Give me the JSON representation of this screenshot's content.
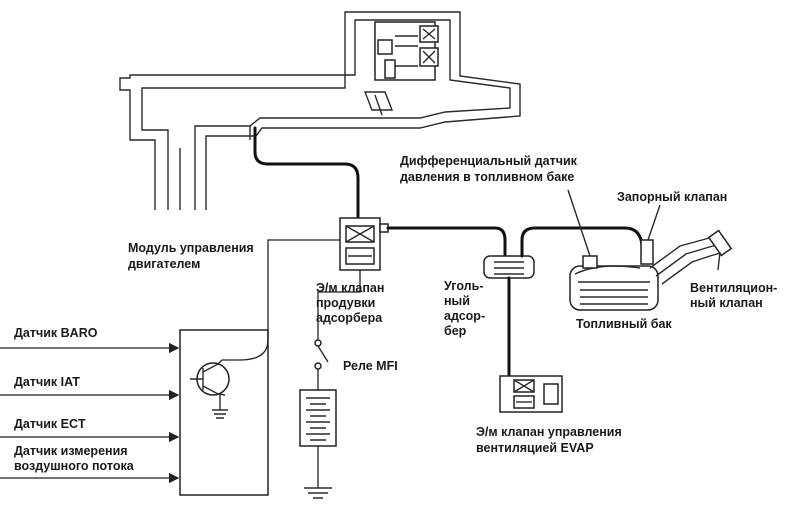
{
  "labels": {
    "ecm": [
      "Модуль управления",
      "двигателем"
    ],
    "purge_solenoid": [
      "Э/м клапан",
      "продувки",
      "адсорбера"
    ],
    "relay": "Реле MFI",
    "canister": [
      "Уголь-",
      "ный",
      "адсор-",
      "бер"
    ],
    "diff_sensor": [
      "Дифференциальный датчик",
      "давления в топливном баке"
    ],
    "shutoff_valve": "Запорный клапан",
    "vent_valve": [
      "Вентиляцион-",
      "ный клапан"
    ],
    "fuel_tank": "Топливный бак",
    "vent_solenoid": [
      "Э/м клапан управления",
      "вентиляцией EVAP"
    ],
    "sensor_baro": "Датчик BARO",
    "sensor_iat": "Датчик IAT",
    "sensor_ect": "Датчик ECT",
    "sensor_maf": [
      "Датчик измерения",
      "воздушного потока"
    ]
  },
  "colors": {
    "ink": "#1a1a1a",
    "background": "#ffffff"
  }
}
